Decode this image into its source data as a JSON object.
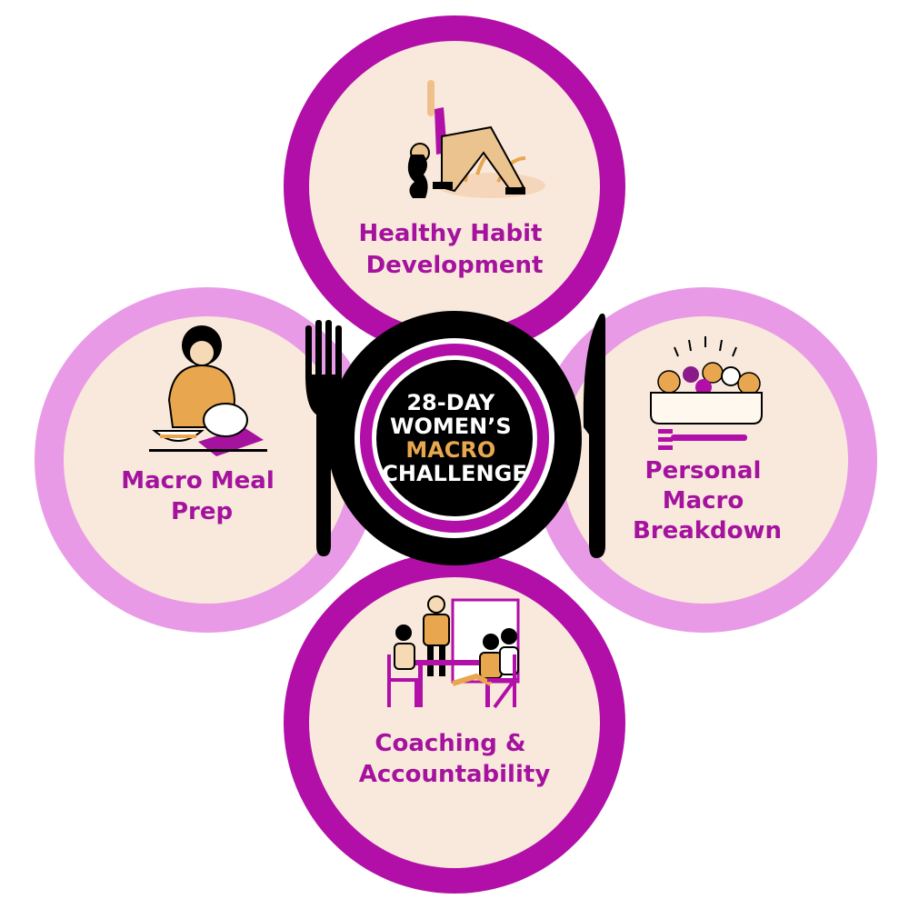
{
  "colors": {
    "cream": "#f9e9dc",
    "magenta": "#b10fa8",
    "light_purple": "#e99ae6",
    "label_purple": "#a4129e",
    "black": "#000000",
    "gold": "#e8a74f",
    "white": "#ffffff"
  },
  "center": {
    "line1": "28-DAY",
    "line2": "WOMEN’S",
    "line3": "MACRO",
    "line4": "CHALLENGE"
  },
  "nodes": {
    "top": {
      "line1": "Healthy Habit",
      "line2": "Development",
      "icon": "yoga-pose-icon"
    },
    "left": {
      "line1": "Macro Meal",
      "line2": "Prep",
      "icon": "meal-prep-icon"
    },
    "right": {
      "line1": "Personal",
      "line2": "Macro",
      "line3": "Breakdown",
      "icon": "salad-bowl-icon"
    },
    "bottom": {
      "line1": "Coaching &",
      "line2": "Accountability",
      "icon": "coaching-meeting-icon"
    }
  }
}
